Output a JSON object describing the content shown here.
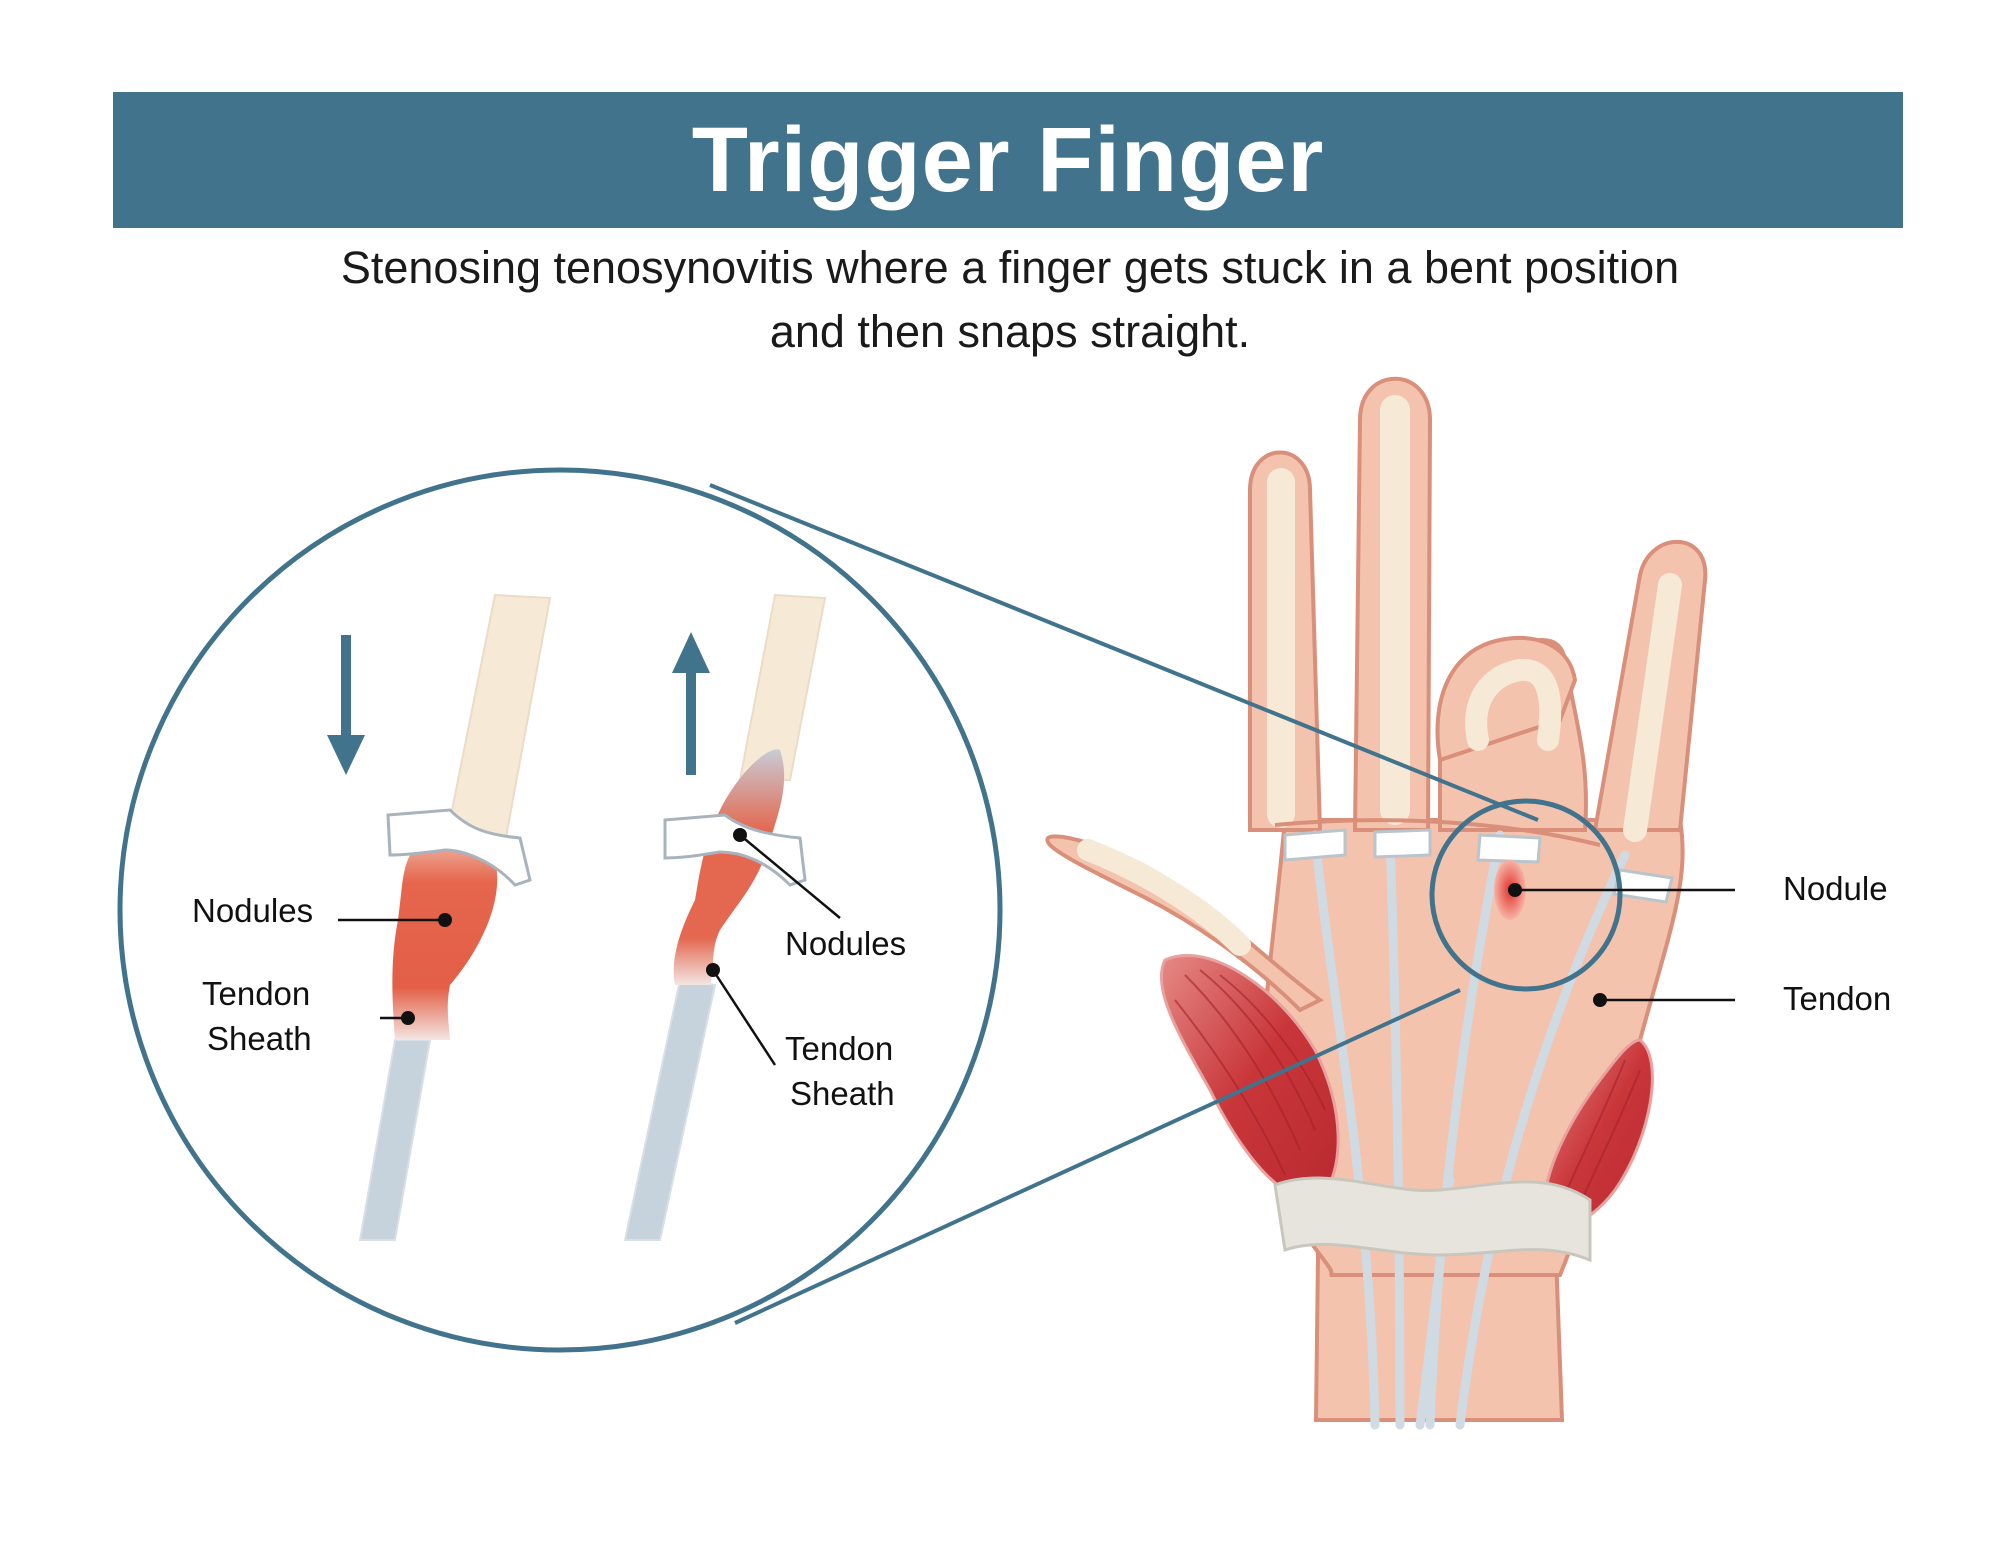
{
  "header": {
    "title": "Trigger Finger",
    "subtitle_line1": "Stenosing tenosynovitis where a finger gets stuck in a bent position",
    "subtitle_line2": "and then snaps straight."
  },
  "zoom": {
    "left_nodules": "Nodules",
    "left_sheath_line1": "Tendon",
    "left_sheath_line2": "Sheath",
    "right_nodules": "Nodules",
    "right_sheath_line1": "Tendon",
    "right_sheath_line2": "Sheath"
  },
  "hand": {
    "nodule": "Nodule",
    "tendon": "Tendon"
  },
  "colors": {
    "header_bar": "#41738c",
    "outline": "#41738c",
    "skin": "#f4c3ad",
    "nodule": "#e0644a",
    "tendon": "#d8e0e6"
  }
}
